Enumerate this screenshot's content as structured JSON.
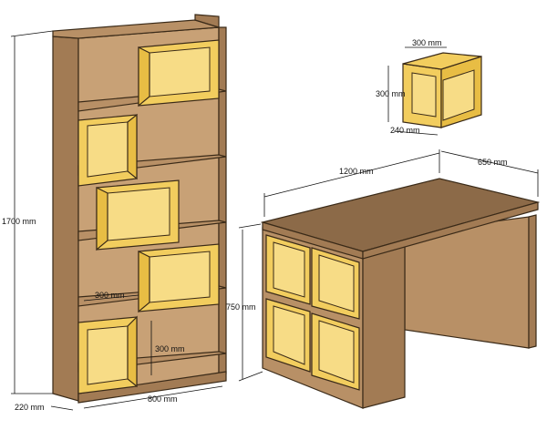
{
  "colors": {
    "wood": "#b89066",
    "wood_dark": "#a27b54",
    "desk_top": "#8c6a48",
    "cube_yellow": "#f2cd5e",
    "outline": "#3a2a18"
  },
  "bookcase": {
    "height_label": "1700 mm",
    "depth_label": "220 mm",
    "width_label": "800 mm",
    "cube_width_label": "300 mm",
    "cube_height_label": "300 mm"
  },
  "wall_cube": {
    "width_label": "300 mm",
    "height_label": "300 mm",
    "depth_label": "240 mm"
  },
  "desk": {
    "width_label": "1200 mm",
    "depth_label": "650 mm",
    "height_label": "750 mm"
  }
}
